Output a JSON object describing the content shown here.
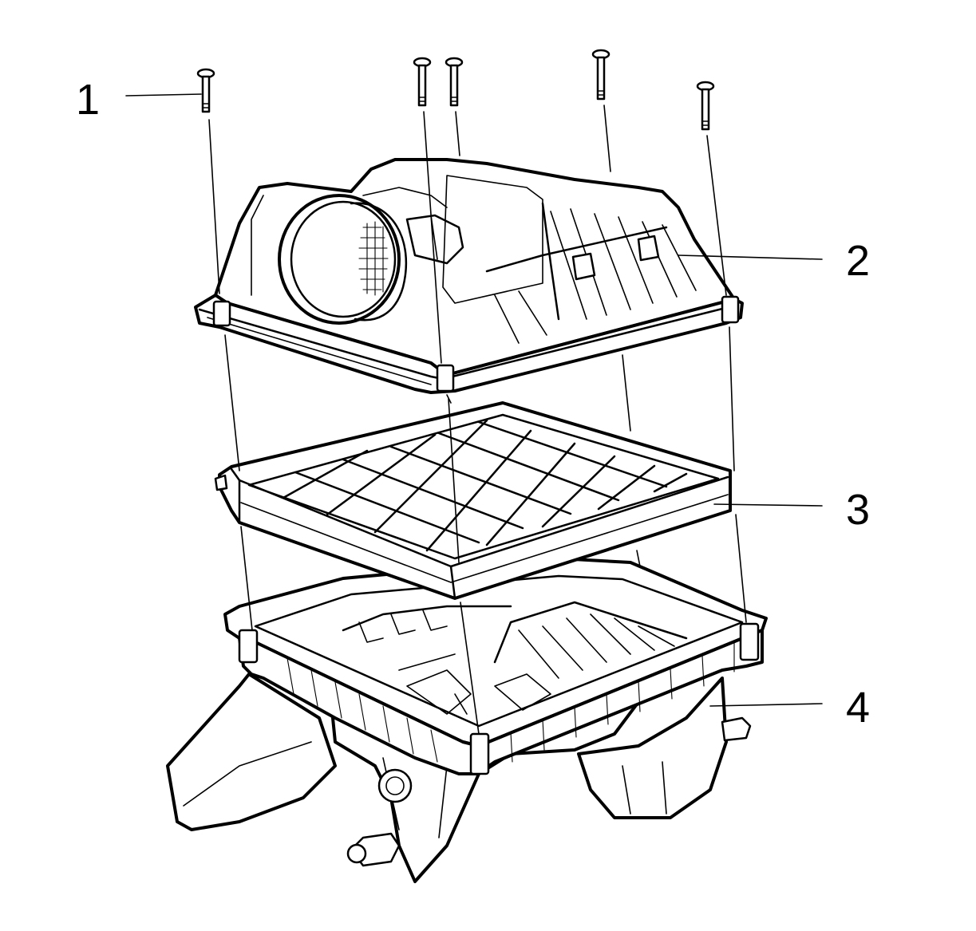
{
  "diagram": {
    "callouts": [
      {
        "id": "1",
        "label": "1",
        "part": "screw"
      },
      {
        "id": "2",
        "label": "2",
        "part": "upper-housing"
      },
      {
        "id": "3",
        "label": "3",
        "part": "filter-element"
      },
      {
        "id": "4",
        "label": "4",
        "part": "lower-housing"
      }
    ],
    "colors": {
      "stroke": "#000000",
      "background": "#ffffff"
    }
  }
}
